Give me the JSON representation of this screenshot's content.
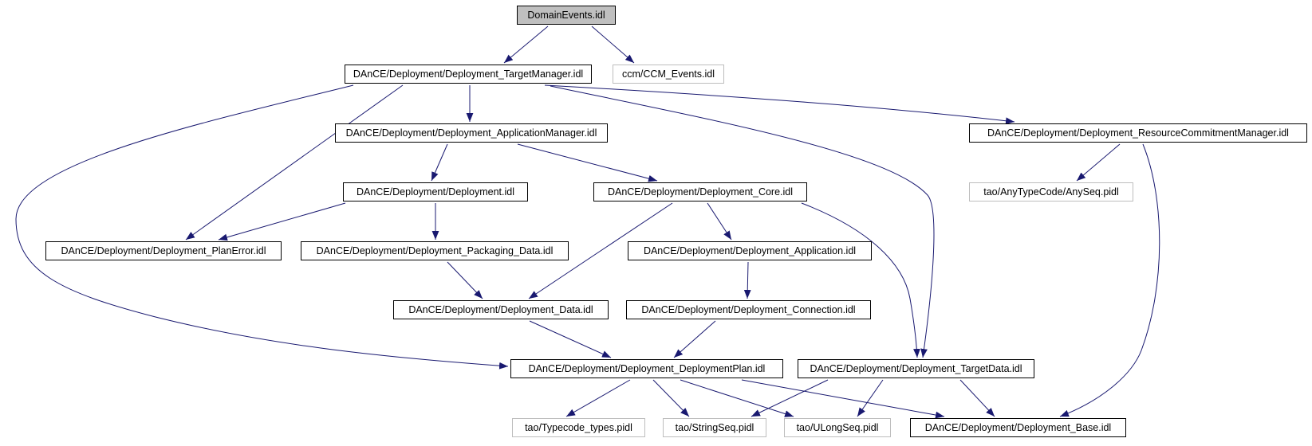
{
  "graph": {
    "kind": "include-dependency-graph",
    "root_file": "DomainEvents.idl",
    "colors": {
      "edge": "#191970",
      "node_fill": "#ffffff",
      "root_fill": "#bfbfbf",
      "internal_border": "#000000",
      "external_border": "#bdbdbd",
      "text": "#000000",
      "background": "#ffffff"
    }
  },
  "nodes": [
    {
      "id": "domain-events",
      "label": "DomainEvents.idl",
      "kind": "root"
    },
    {
      "id": "target-manager",
      "label": "DAnCE/Deployment/Deployment_TargetManager.idl",
      "kind": "internal"
    },
    {
      "id": "ccm-events",
      "label": "ccm/CCM_Events.idl",
      "kind": "external"
    },
    {
      "id": "application-manager",
      "label": "DAnCE/Deployment/Deployment_ApplicationManager.idl",
      "kind": "internal"
    },
    {
      "id": "resource-commitment-manager",
      "label": "DAnCE/Deployment/Deployment_ResourceCommitmentManager.idl",
      "kind": "internal"
    },
    {
      "id": "deployment",
      "label": "DAnCE/Deployment/Deployment.idl",
      "kind": "internal"
    },
    {
      "id": "core",
      "label": "DAnCE/Deployment/Deployment_Core.idl",
      "kind": "internal"
    },
    {
      "id": "anyseq",
      "label": "tao/AnyTypeCode/AnySeq.pidl",
      "kind": "external"
    },
    {
      "id": "plan-error",
      "label": "DAnCE/Deployment/Deployment_PlanError.idl",
      "kind": "internal"
    },
    {
      "id": "packaging-data",
      "label": "DAnCE/Deployment/Deployment_Packaging_Data.idl",
      "kind": "internal"
    },
    {
      "id": "application",
      "label": "DAnCE/Deployment/Deployment_Application.idl",
      "kind": "internal"
    },
    {
      "id": "data",
      "label": "DAnCE/Deployment/Deployment_Data.idl",
      "kind": "internal"
    },
    {
      "id": "connection",
      "label": "DAnCE/Deployment/Deployment_Connection.idl",
      "kind": "internal"
    },
    {
      "id": "deployment-plan",
      "label": "DAnCE/Deployment/Deployment_DeploymentPlan.idl",
      "kind": "internal"
    },
    {
      "id": "target-data",
      "label": "DAnCE/Deployment/Deployment_TargetData.idl",
      "kind": "internal"
    },
    {
      "id": "typecode-types",
      "label": "tao/Typecode_types.pidl",
      "kind": "external"
    },
    {
      "id": "stringseq",
      "label": "tao/StringSeq.pidl",
      "kind": "external"
    },
    {
      "id": "ulongseq",
      "label": "tao/ULongSeq.pidl",
      "kind": "external"
    },
    {
      "id": "base",
      "label": "DAnCE/Deployment/Deployment_Base.idl",
      "kind": "internal"
    }
  ],
  "edges": [
    {
      "from": "domain-events",
      "to": "target-manager"
    },
    {
      "from": "domain-events",
      "to": "ccm-events"
    },
    {
      "from": "target-manager",
      "to": "application-manager"
    },
    {
      "from": "target-manager",
      "to": "resource-commitment-manager"
    },
    {
      "from": "target-manager",
      "to": "plan-error"
    },
    {
      "from": "target-manager",
      "to": "target-data"
    },
    {
      "from": "target-manager",
      "to": "deployment-plan"
    },
    {
      "from": "application-manager",
      "to": "deployment"
    },
    {
      "from": "application-manager",
      "to": "core"
    },
    {
      "from": "resource-commitment-manager",
      "to": "anyseq"
    },
    {
      "from": "resource-commitment-manager",
      "to": "base"
    },
    {
      "from": "deployment",
      "to": "plan-error"
    },
    {
      "from": "deployment",
      "to": "packaging-data"
    },
    {
      "from": "core",
      "to": "application"
    },
    {
      "from": "core",
      "to": "data"
    },
    {
      "from": "core",
      "to": "target-data"
    },
    {
      "from": "packaging-data",
      "to": "data"
    },
    {
      "from": "application",
      "to": "connection"
    },
    {
      "from": "data",
      "to": "deployment-plan"
    },
    {
      "from": "connection",
      "to": "deployment-plan"
    },
    {
      "from": "deployment-plan",
      "to": "typecode-types"
    },
    {
      "from": "deployment-plan",
      "to": "stringseq"
    },
    {
      "from": "deployment-plan",
      "to": "ulongseq"
    },
    {
      "from": "deployment-plan",
      "to": "base"
    },
    {
      "from": "target-data",
      "to": "stringseq"
    },
    {
      "from": "target-data",
      "to": "ulongseq"
    },
    {
      "from": "target-data",
      "to": "base"
    }
  ]
}
